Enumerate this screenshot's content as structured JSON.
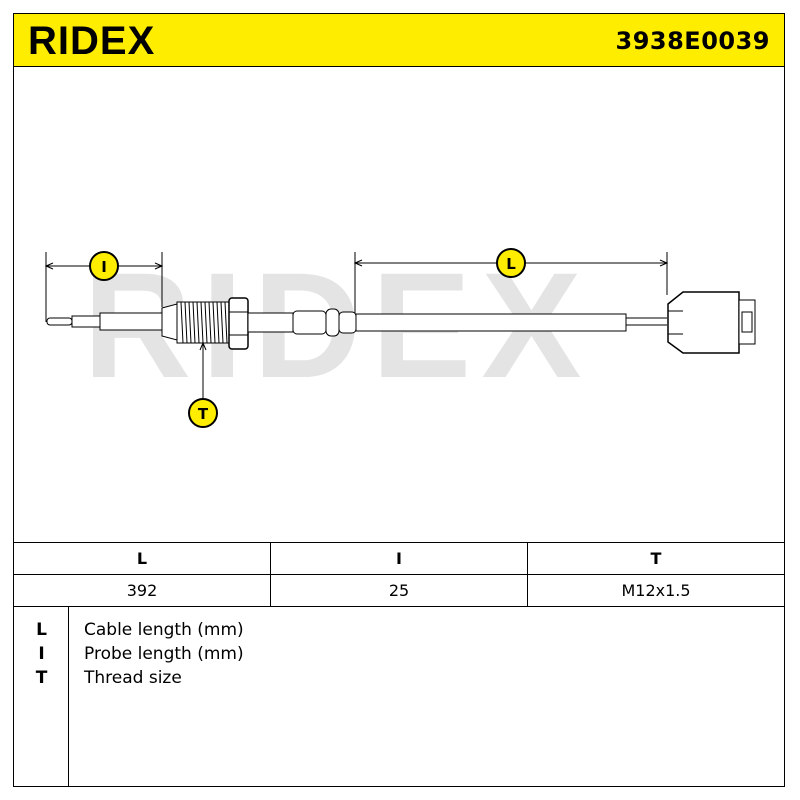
{
  "header": {
    "brand": "RIDEX",
    "part_number": "3938E0039",
    "brand_color": "#ffed00"
  },
  "drawing": {
    "watermark": "RIDEX",
    "callouts": {
      "probe": "I",
      "cable": "L",
      "thread": "T"
    }
  },
  "table": {
    "headers": [
      "L",
      "I",
      "T"
    ],
    "values": [
      "392",
      "25",
      "M12x1.5"
    ]
  },
  "legend": [
    {
      "key": "L",
      "desc": "Cable length (mm)"
    },
    {
      "key": "I",
      "desc": "Probe length (mm)"
    },
    {
      "key": "T",
      "desc": "Thread size"
    }
  ]
}
